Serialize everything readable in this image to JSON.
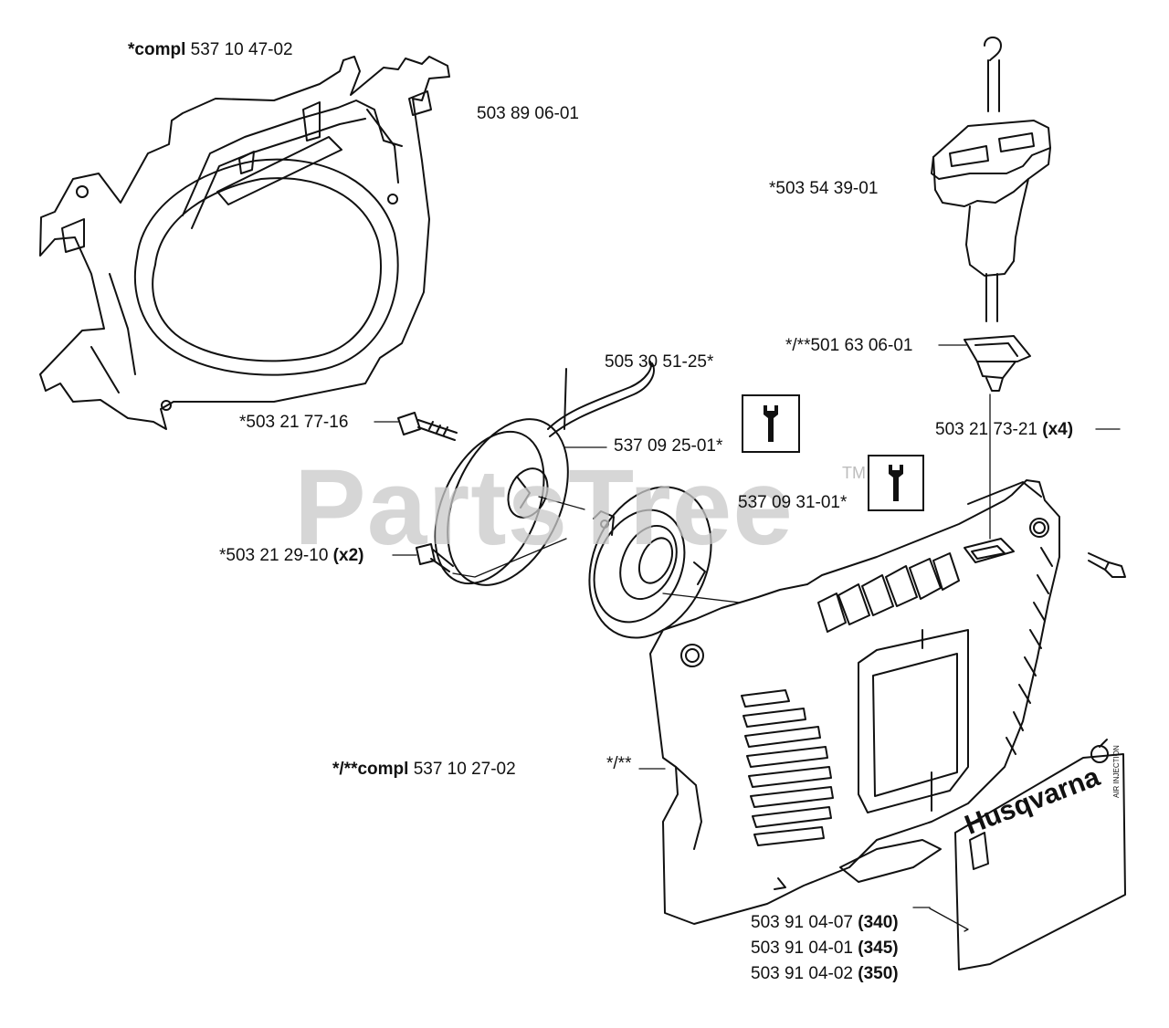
{
  "labels": {
    "housing_pre": "*compl",
    "housing_num": "537 10 47-02",
    "guard_num": "503 89 06-01",
    "handle_num": "*503 54 39-01",
    "grommet_num": "*/**501 63 06-01",
    "cord_num": "505 30 51-25*",
    "screw1_num": "*503 21 77-16",
    "pulley_num": "537 09 25-01*",
    "screw4_num": "503 21 73-21",
    "screw4_qty": "(x4)",
    "spring_num": "537 09 31-01*",
    "screw2_num": "*503 21 29-10",
    "screw2_qty": "(x2)",
    "starter_pre": "*/**compl",
    "starter_num": "537 10 27-02",
    "starter_ref": "*/**",
    "decal1_num": "503 91 04-07",
    "decal1_model": "(340)",
    "decal2_num": "503 91 04-01",
    "decal2_model": "(345)",
    "decal3_num": "503 91 04-02",
    "decal3_model": "(350)"
  },
  "watermark": "PartsTree",
  "trademark": "TM",
  "decal_text": "Husqvarna",
  "decal_subtext": "AIR INJECTION",
  "icons": [
    "wrench-icon",
    "wrench-icon"
  ],
  "colors": {
    "ink": "#111111",
    "watermark": "#c9c9c9",
    "background": "#ffffff"
  }
}
